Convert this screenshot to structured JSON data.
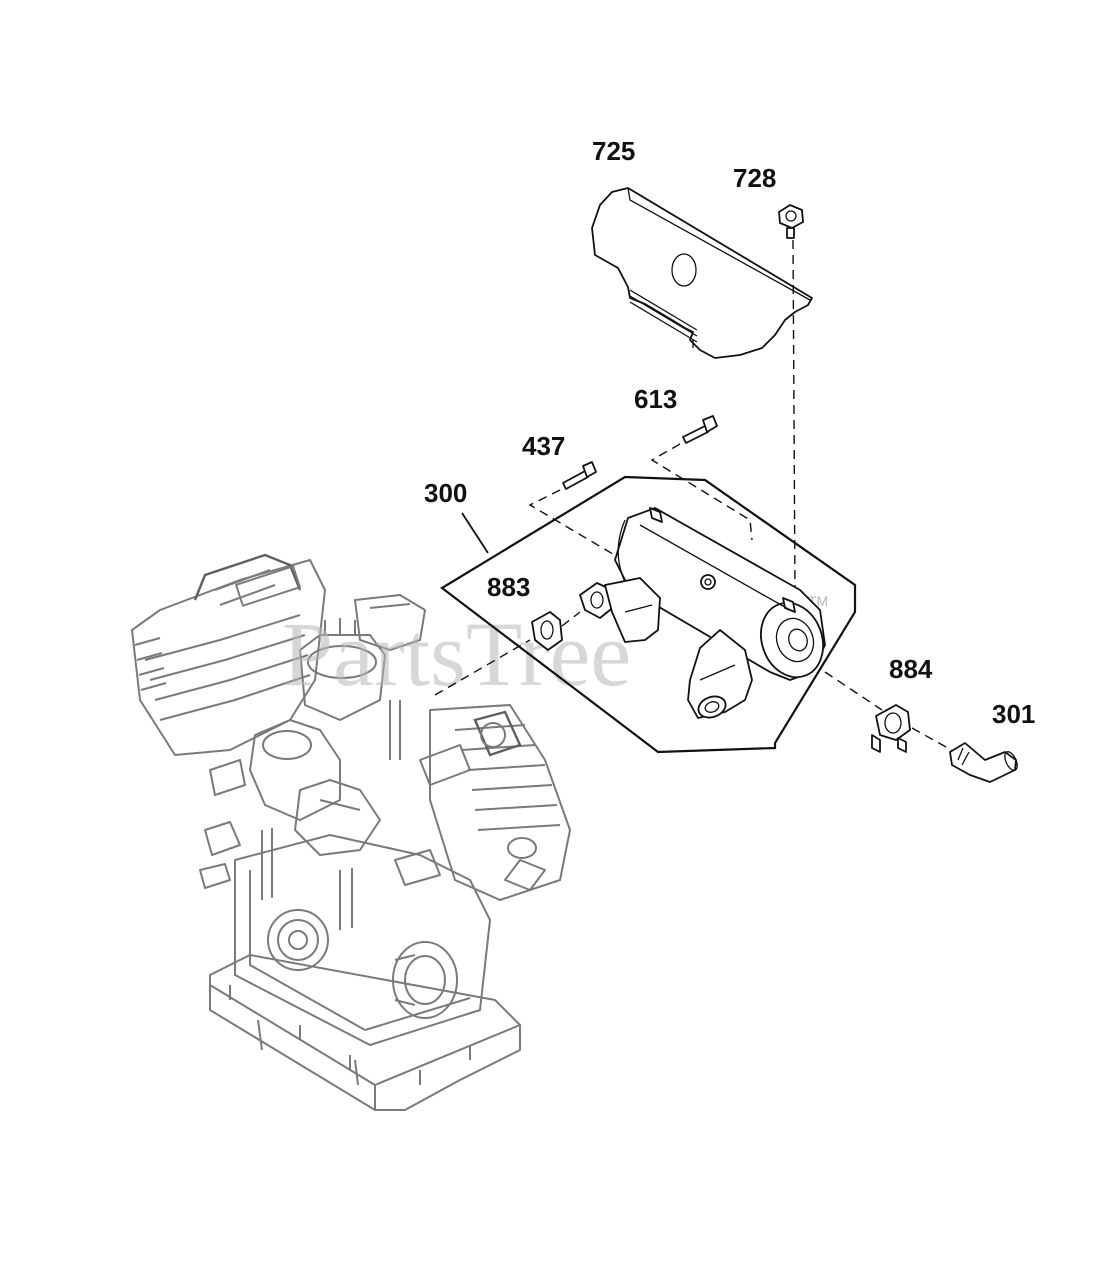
{
  "watermark": {
    "text": "PartsTree",
    "trademark": "TM"
  },
  "part_labels": [
    {
      "id": "725",
      "text": "725"
    },
    {
      "id": "728",
      "text": "728"
    },
    {
      "id": "613",
      "text": "613"
    },
    {
      "id": "437",
      "text": "437"
    },
    {
      "id": "300",
      "text": "300"
    },
    {
      "id": "883",
      "text": "883"
    },
    {
      "id": "884",
      "text": "884"
    },
    {
      "id": "301",
      "text": "301"
    }
  ],
  "colors": {
    "line_art": "#111111",
    "engine_outline": "#7a7a7a",
    "watermark": "#b8b8b8",
    "background": "#ffffff"
  }
}
